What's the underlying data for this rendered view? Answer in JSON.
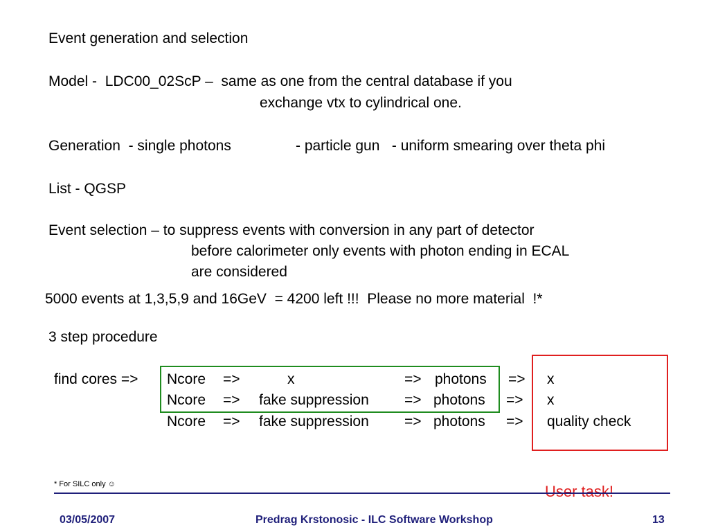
{
  "slide": {
    "lines": {
      "heading": "Event generation and selection",
      "model_1": "Model -  LDC00_02ScP –  same as one from the central database if you",
      "model_2": "exchange vtx to cylindrical one.",
      "generation_a": "Generation  - single photons",
      "generation_b": "- particle gun   - uniform smearing over theta phi",
      "list": "List - QGSP",
      "selection_1": "Event selection – to suppress events with conversion in any part of detector",
      "selection_2": "before calorimeter only events with photon ending in ECAL",
      "selection_3": "are considered",
      "events": "5000 events at 1,3,5,9 and 16GeV  = 4200 left !!!  Please no more material  !*",
      "procedure": "3 step procedure"
    },
    "procedure_rows": {
      "prefix": "find cores =>",
      "row1": {
        "ncore": "Ncore",
        "arrow1": "=>",
        "step": "x",
        "arrow2": "=>",
        "photons": "photons",
        "arrow3": "=>",
        "result": "x"
      },
      "row2": {
        "ncore": "Ncore",
        "arrow1": "=>",
        "step": "fake suppression",
        "arrow2": "=>",
        "photons": "photons",
        "arrow3": "=>",
        "result": "x"
      },
      "row3": {
        "ncore": "Ncore",
        "arrow1": "=>",
        "step": "fake suppression",
        "arrow2": "=>",
        "photons": "photons",
        "arrow3": "=>",
        "result": "quality check"
      }
    },
    "footnote": "* For SILC only ☺",
    "user_task": "User task!",
    "footer": {
      "date": "03/05/2007",
      "title": "Predrag Krstonosic - ILC Software Workshop",
      "page": "13"
    },
    "colors": {
      "green_box": "#1f8c1f",
      "red_box": "#e01f1f",
      "footer_text": "#1f1f7a"
    }
  }
}
